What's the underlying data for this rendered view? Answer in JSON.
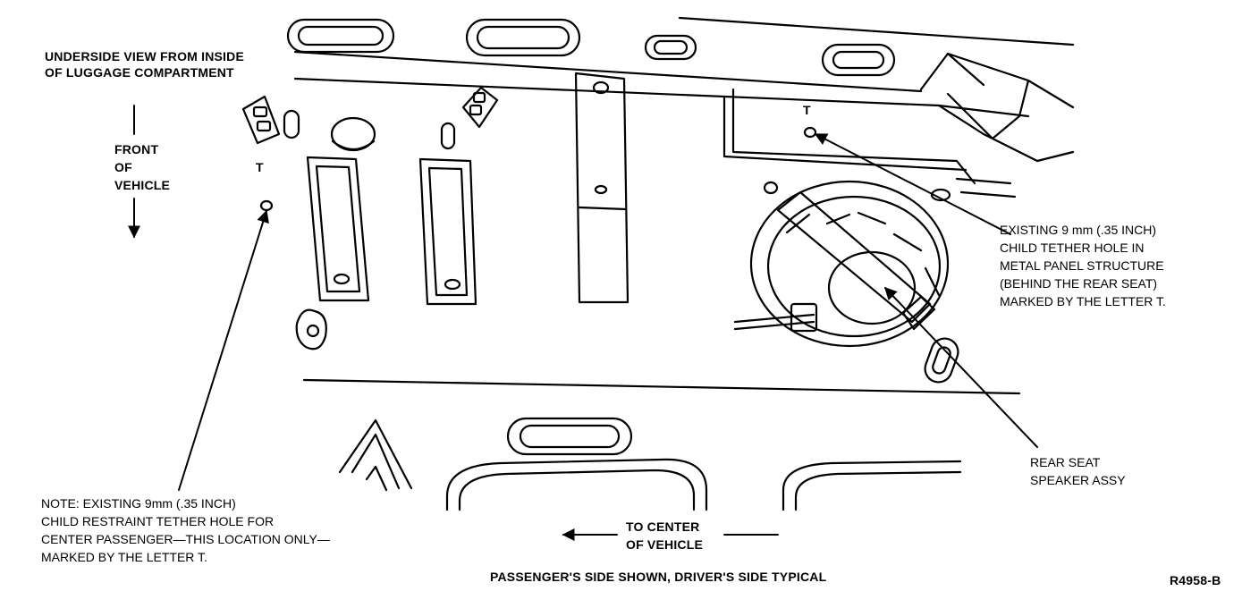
{
  "labels": {
    "view_title": [
      "UNDERSIDE VIEW FROM INSIDE",
      "OF LUGGAGE COMPARTMENT"
    ],
    "front_of_vehicle": [
      "FRONT",
      "OF",
      "VEHICLE"
    ],
    "existing_hole": [
      "EXISTING 9 mm (.35 INCH)",
      "CHILD TETHER HOLE IN",
      "METAL PANEL STRUCTURE",
      "(BEHIND THE REAR SEAT)",
      "MARKED BY THE LETTER T."
    ],
    "speaker": [
      "REAR SEAT",
      "SPEAKER ASSY"
    ],
    "note": [
      "NOTE: EXISTING 9mm (.35 INCH)",
      "CHILD RESTRAINT TETHER HOLE FOR",
      "CENTER PASSENGER—THIS LOCATION ONLY—",
      "MARKED BY THE LETTER T."
    ],
    "to_center": [
      "TO CENTER",
      "OF VEHICLE"
    ],
    "caption": "PASSENGER'S SIDE SHOWN, DRIVER'S SIDE TYPICAL",
    "figure_id": "R4958-B",
    "tether_mark": "T"
  }
}
